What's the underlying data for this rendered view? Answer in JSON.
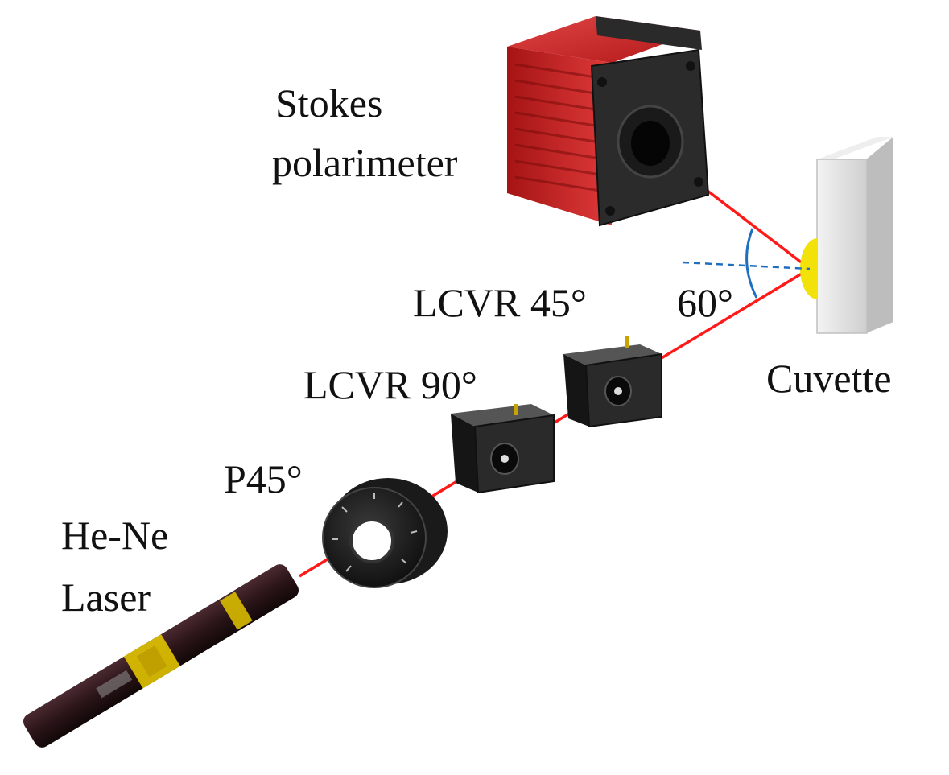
{
  "labels": {
    "stokes_line1": "Stokes",
    "stokes_line2": "polarimeter",
    "lcvr45": "LCVR 45°",
    "angle": "60°",
    "cuvette": "Cuvette",
    "lcvr90": "LCVR 90°",
    "polarizer": "P45°",
    "laser_line1": "He-Ne",
    "laser_line2": "Laser"
  },
  "colors": {
    "beam": "#ff1a1a",
    "normal_line": "#1f6fbf",
    "angle_arc": "#1f6fbf",
    "spot": "#f2e20a",
    "camera_body": "#c41d1d",
    "device_black": "#222222",
    "cuvette": "#dcdcdc"
  },
  "icons": [
    "camera-polarimeter-icon",
    "cuvette-icon",
    "lcvr-mount-icon",
    "polarizer-ring-icon",
    "laser-tube-icon"
  ]
}
